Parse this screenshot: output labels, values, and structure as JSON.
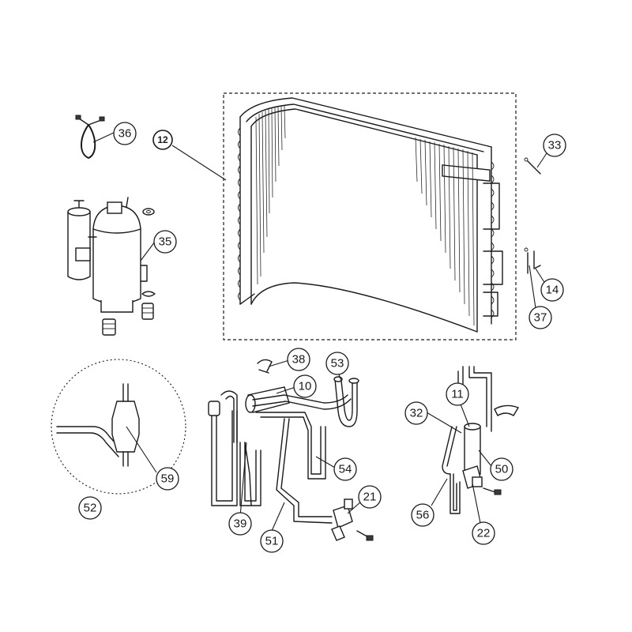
{
  "callouts": {
    "c12": "12",
    "c14": "14",
    "c10": "10",
    "c11": "11",
    "c21": "21",
    "c22": "22",
    "c32": "32",
    "c33": "33",
    "c35": "35",
    "c36": "36",
    "c37": "37",
    "c38": "38",
    "c39": "39",
    "c50": "50",
    "c51": "51",
    "c52": "52",
    "c53": "53",
    "c54": "54",
    "c56": "56",
    "c59": "59"
  }
}
